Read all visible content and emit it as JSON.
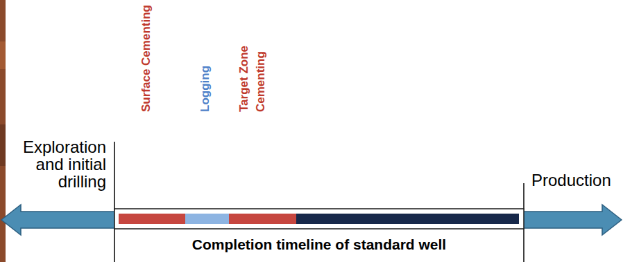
{
  "diagram": {
    "caption": "Completion timeline of standard well",
    "nodes": [
      {
        "text": [
          "Surface Cementing"
        ]
      },
      {
        "text": [
          "Logging"
        ]
      },
      {
        "text": [
          "Target Zone Cementing"
        ]
      }
    ],
    "labels": [
      "Exploration and initial drilling",
      "Production"
    ]
  }
}
